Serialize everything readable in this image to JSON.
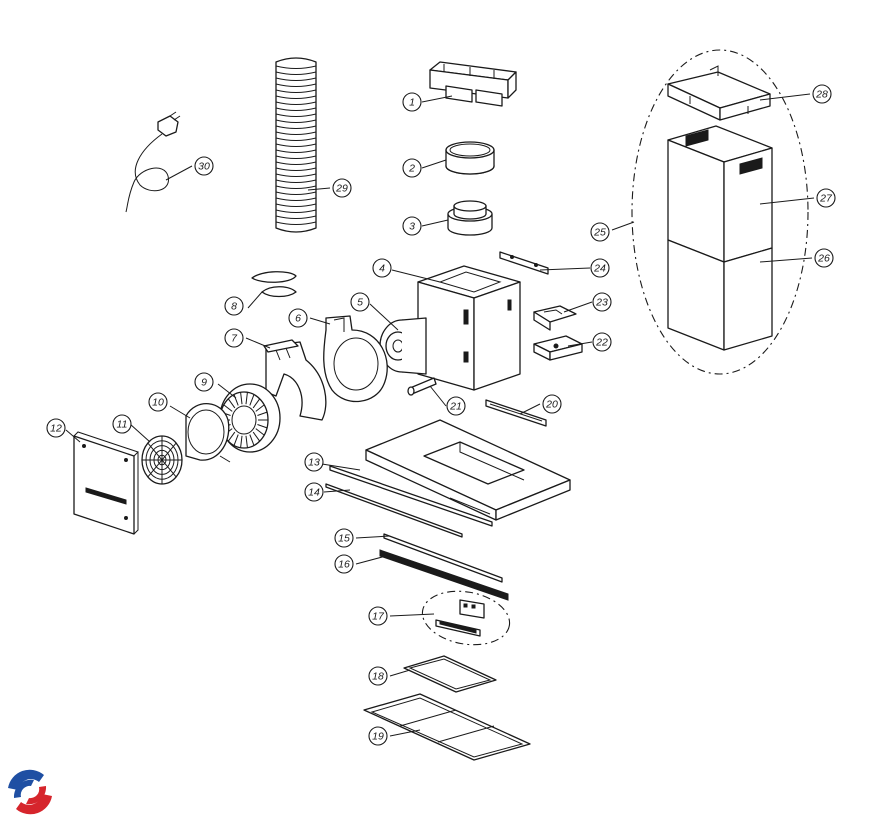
{
  "callouts": [
    {
      "n": "1"
    },
    {
      "n": "2"
    },
    {
      "n": "3"
    },
    {
      "n": "4"
    },
    {
      "n": "5"
    },
    {
      "n": "6"
    },
    {
      "n": "7"
    },
    {
      "n": "8"
    },
    {
      "n": "9"
    },
    {
      "n": "10"
    },
    {
      "n": "11"
    },
    {
      "n": "12"
    },
    {
      "n": "13"
    },
    {
      "n": "14"
    },
    {
      "n": "15"
    },
    {
      "n": "16"
    },
    {
      "n": "17"
    },
    {
      "n": "18"
    },
    {
      "n": "19"
    },
    {
      "n": "20"
    },
    {
      "n": "21"
    },
    {
      "n": "22"
    },
    {
      "n": "23"
    },
    {
      "n": "24"
    },
    {
      "n": "25"
    },
    {
      "n": "26"
    },
    {
      "n": "27"
    },
    {
      "n": "28"
    },
    {
      "n": "29"
    },
    {
      "n": "30"
    }
  ],
  "colors": {
    "line": "#1a1a1a",
    "logo_blue": "#1f4fa3",
    "logo_red": "#d6252c"
  },
  "icons": {
    "logo": "brand-swirl-logo"
  }
}
